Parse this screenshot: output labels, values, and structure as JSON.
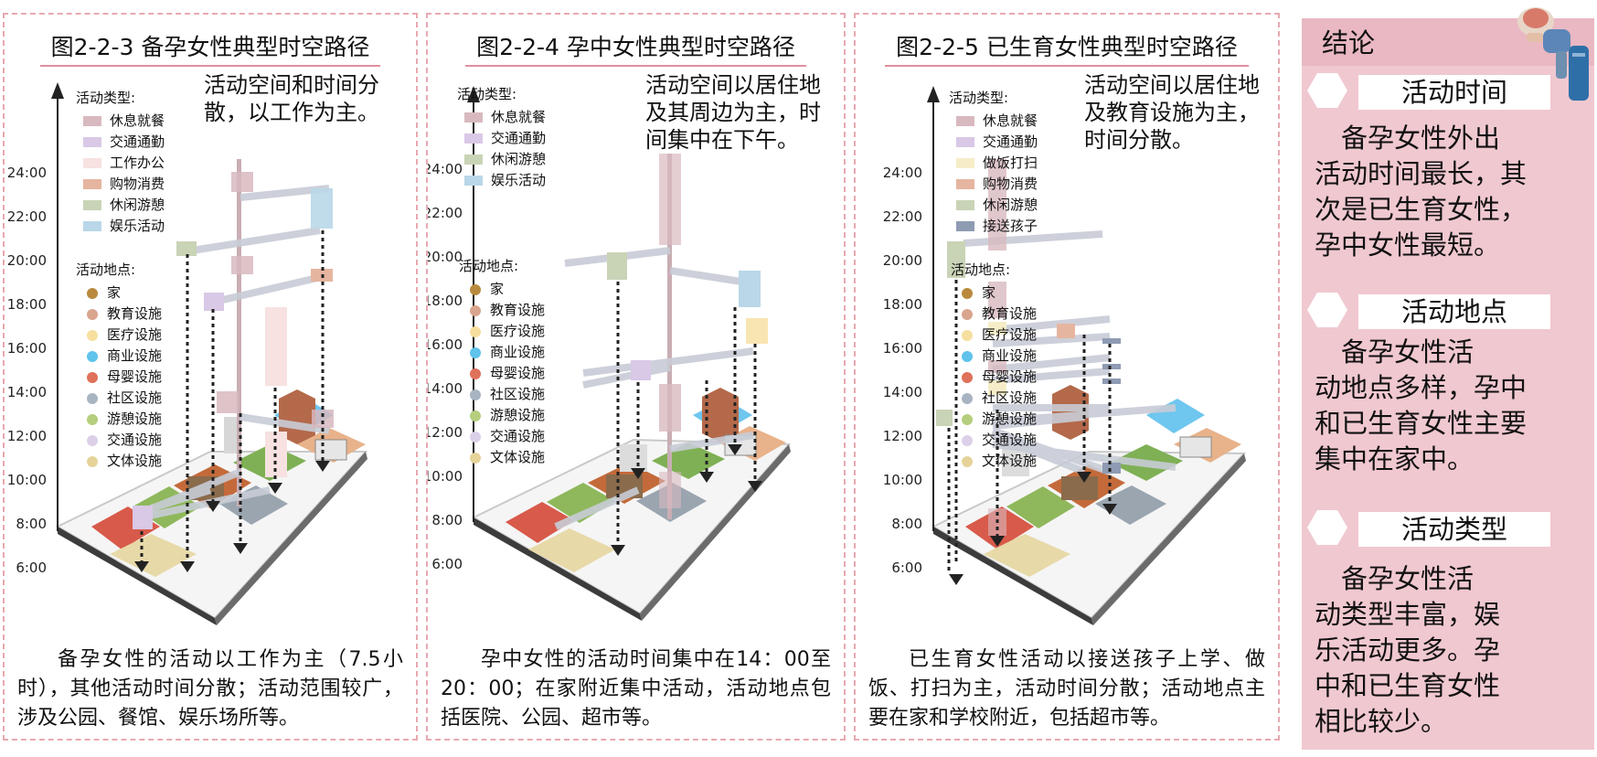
{
  "panels": [
    {
      "title": "图2-2-3  备孕女性典型时空路径",
      "summary": [
        "活动空间和时间分",
        "散，以工作为主。"
      ],
      "desc": "备孕女性的活动以工作为主（7.5小时），其他活动时间分散；活动范围较广，涉及公园、餐馆、娱乐场所等。",
      "type_legend_title": "活动类型:",
      "type_legend": [
        {
          "label": "休息就餐",
          "color": "#d8b9bf"
        },
        {
          "label": "交通通勤",
          "color": "#d9c8e6"
        },
        {
          "label": "工作办公",
          "color": "#f7e1e1"
        },
        {
          "label": "购物消费",
          "color": "#e6b59f"
        },
        {
          "label": "休闲游憩",
          "color": "#c9d3b6"
        },
        {
          "label": "娱乐活动",
          "color": "#b9d7e8"
        }
      ],
      "place_legend_title": "活动地点:"
    },
    {
      "title": "图2-2-4  孕中女性典型时空路径",
      "summary": [
        "活动空间以居住地",
        "及其周边为主，时",
        "间集中在下午。"
      ],
      "desc": "孕中女性的活动时间集中在14：00至20：00；在家附近集中活动，活动地点包括医院、公园、超市等。",
      "type_legend_title": "活动类型:",
      "type_legend": [
        {
          "label": "休息就餐",
          "color": "#d8b9bf"
        },
        {
          "label": "交通通勤",
          "color": "#d9c8e6"
        },
        {
          "label": "休闲游憩",
          "color": "#c9d3b6"
        },
        {
          "label": "娱乐活动",
          "color": "#b9d7e8"
        }
      ],
      "place_legend_title": "活动地点:"
    },
    {
      "title": "图2-2-5  已生育女性典型时空路径",
      "summary": [
        "活动空间以居住地",
        "及教育设施为主，",
        "时间分散。"
      ],
      "desc": "已生育女性活动以接送孩子上学、做饭、打扫为主，活动时间分散；活动地点主要在家和学校附近，包括超市等。",
      "type_legend_title": "活动类型:",
      "type_legend": [
        {
          "label": "休息就餐",
          "color": "#d8b9bf"
        },
        {
          "label": "交通通勤",
          "color": "#d9c8e6"
        },
        {
          "label": "做饭打扫",
          "color": "#f6edc8"
        },
        {
          "label": "购物消费",
          "color": "#e6b59f"
        },
        {
          "label": "休闲游憩",
          "color": "#c9d3b6"
        },
        {
          "label": "接送孩子",
          "color": "#8e9bb3"
        }
      ],
      "place_legend_title": "活动地点:"
    }
  ],
  "place_legend": [
    {
      "label": "家",
      "color": "#b98a3e"
    },
    {
      "label": "教育设施",
      "color": "#d9a58e"
    },
    {
      "label": "医疗设施",
      "color": "#f6df9f"
    },
    {
      "label": "商业设施",
      "color": "#5fc3ec"
    },
    {
      "label": "母婴设施",
      "color": "#e0715b"
    },
    {
      "label": "社区设施",
      "color": "#a9b4c2"
    },
    {
      "label": "游憩设施",
      "color": "#b5ce7e"
    },
    {
      "label": "交通设施",
      "color": "#dcd0e8"
    },
    {
      "label": "文体设施",
      "color": "#e6d39a"
    }
  ],
  "time_ticks": [
    "24:00",
    "22:00",
    "20:00",
    "18:00",
    "16:00",
    "14:00",
    "12:00",
    "10:00",
    "8:00",
    "6:00"
  ],
  "conclusion": {
    "title": "结论",
    "sections": [
      {
        "label": "活动时间",
        "lines": [
          "　备孕女性外出",
          "活动时间最长，其",
          "次是已生育女性，",
          "孕中女性最短。"
        ]
      },
      {
        "label": "活动地点",
        "lines": [
          "　备孕女性活",
          "动地点多样，孕中",
          "和已生育女性主要",
          "集中在家中。"
        ]
      },
      {
        "label": "活动类型",
        "lines": [
          "　备孕女性活",
          "动类型丰富，娱",
          "乐活动更多。孕",
          "中和已生育女性",
          "相比较少。"
        ]
      }
    ]
  }
}
